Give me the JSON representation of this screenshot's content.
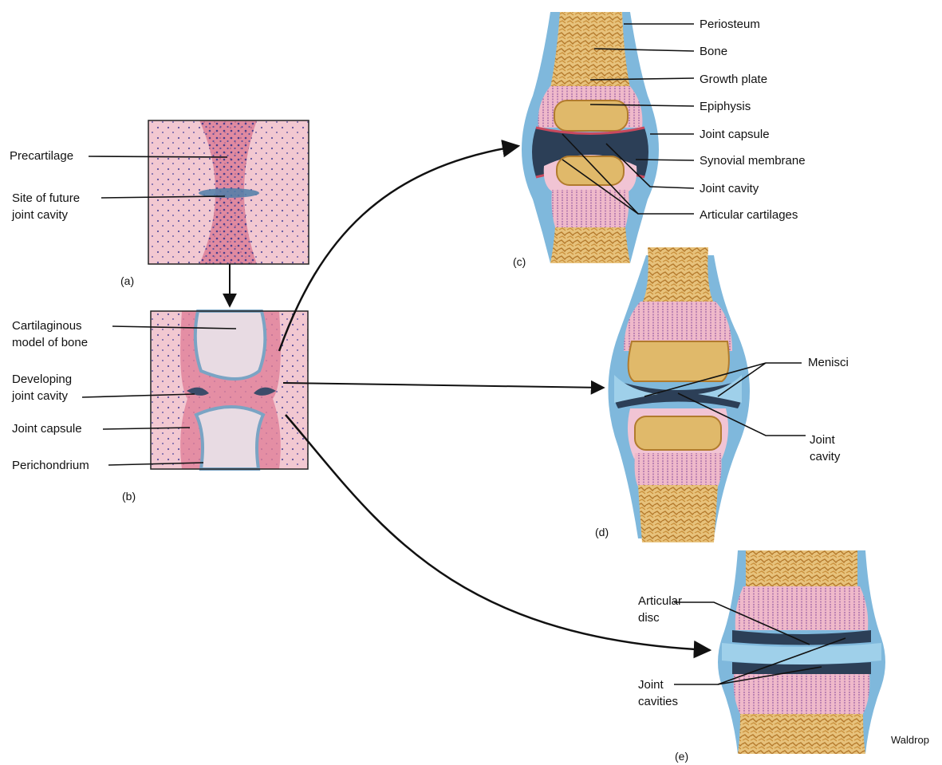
{
  "panels": {
    "a": {
      "tag": "(a)",
      "labels": {
        "precartilage": "Precartilage",
        "future_cavity": "Site of future\njoint cavity"
      }
    },
    "b": {
      "tag": "(b)",
      "labels": {
        "cartilaginous_model": "Cartilaginous\nmodel of bone",
        "developing_cavity": "Developing\njoint cavity",
        "joint_capsule": "Joint capsule",
        "perichondrium": "Perichondrium"
      }
    },
    "c": {
      "tag": "(c)",
      "labels": {
        "periosteum": "Periosteum",
        "bone": "Bone",
        "growth_plate": "Growth plate",
        "epiphysis": "Epiphysis",
        "joint_capsule": "Joint capsule",
        "synovial_membrane": "Synovial membrane",
        "joint_cavity": "Joint cavity",
        "articular_cartilages": "Articular cartilages"
      }
    },
    "d": {
      "tag": "(d)",
      "labels": {
        "menisci": "Menisci",
        "joint_cavity": "Joint\ncavity"
      }
    },
    "e": {
      "tag": "(e)",
      "labels": {
        "articular_disc": "Articular\ndisc",
        "joint_cavities": "Joint\ncavities"
      }
    }
  },
  "signature": "Waldrop",
  "colors": {
    "tissue_pink": "#e8a0b4",
    "cartilage_pink": "#f1c4d4",
    "capsule_blue": "#7fb8dc",
    "bone_tan": "#d9a95a",
    "cavity_dark": "#2c3f57"
  }
}
